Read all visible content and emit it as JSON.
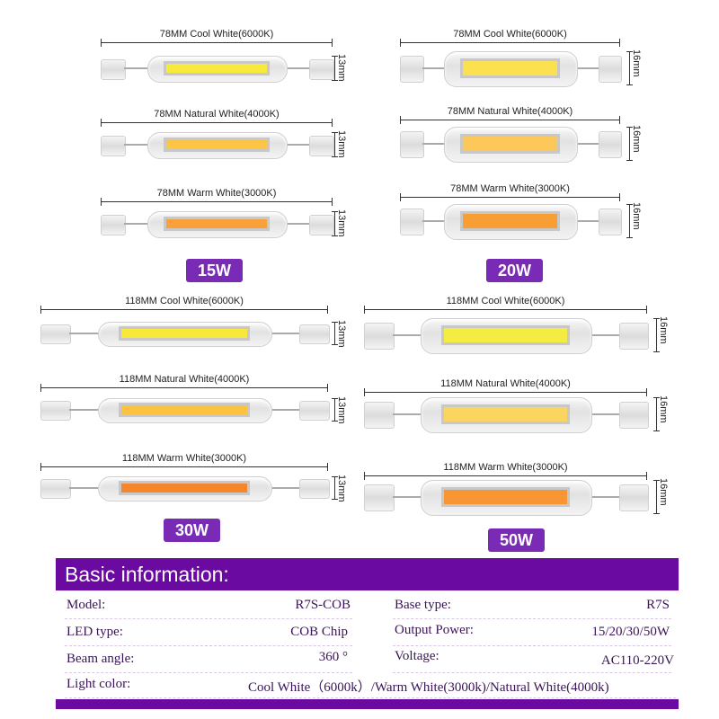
{
  "groups": [
    {
      "badge": "15W",
      "bulbs": [
        {
          "label": "78MM  Cool White(6000K)",
          "dim": "13mm",
          "color": "#f8ea3c"
        },
        {
          "label": "78MM  Natural White(4000K)",
          "dim": "13mm",
          "color": "#fcc545"
        },
        {
          "label": "78MM  Warm White(3000K)",
          "dim": "13mm",
          "color": "#f8a03a"
        }
      ]
    },
    {
      "badge": "20W",
      "bulbs": [
        {
          "label": "78MM  Cool White(6000K)",
          "dim": "16mm",
          "color": "#fbe150"
        },
        {
          "label": "78MM  Natural White(4000K)",
          "dim": "16mm",
          "color": "#fcc85a"
        },
        {
          "label": "78MM  Warm White(3000K)",
          "dim": "16mm",
          "color": "#f99d35"
        }
      ]
    },
    {
      "badge": "30W",
      "bulbs": [
        {
          "label": "118MM  Cool White(6000K)",
          "dim": "13mm",
          "color": "#f8e83a"
        },
        {
          "label": "118MM  Natural White(4000K)",
          "dim": "13mm",
          "color": "#fcc240"
        },
        {
          "label": "118MM  Warm White(3000K)",
          "dim": "13mm",
          "color": "#f5862c"
        }
      ]
    },
    {
      "badge": "50W",
      "bulbs": [
        {
          "label": "118MM  Cool White(6000K)",
          "dim": "16mm",
          "color": "#f4ec40"
        },
        {
          "label": "118MM  Natural White(4000K)",
          "dim": "16mm",
          "color": "#fcd560"
        },
        {
          "label": "118MM  Warm White(3000K)",
          "dim": "16mm",
          "color": "#f99634"
        }
      ]
    }
  ],
  "info": {
    "title": "Basic information:",
    "model_label": "Model:",
    "model": "R7S-COB",
    "base_label": "Base type:",
    "base": "R7S",
    "led_label": "LED type:",
    "led": "COB Chip",
    "power_label": "Output Power:",
    "power": "15/20/30/50W",
    "beam_label": "Beam angle:",
    "beam": "360 °",
    "voltage_label": "Voltage:",
    "voltage": "AC110-220V",
    "color_label": "Light color:",
    "color": "Cool White（6000k）/Warm White(3000k)/Natural White(4000k)"
  },
  "accent": "#6a0aa0"
}
